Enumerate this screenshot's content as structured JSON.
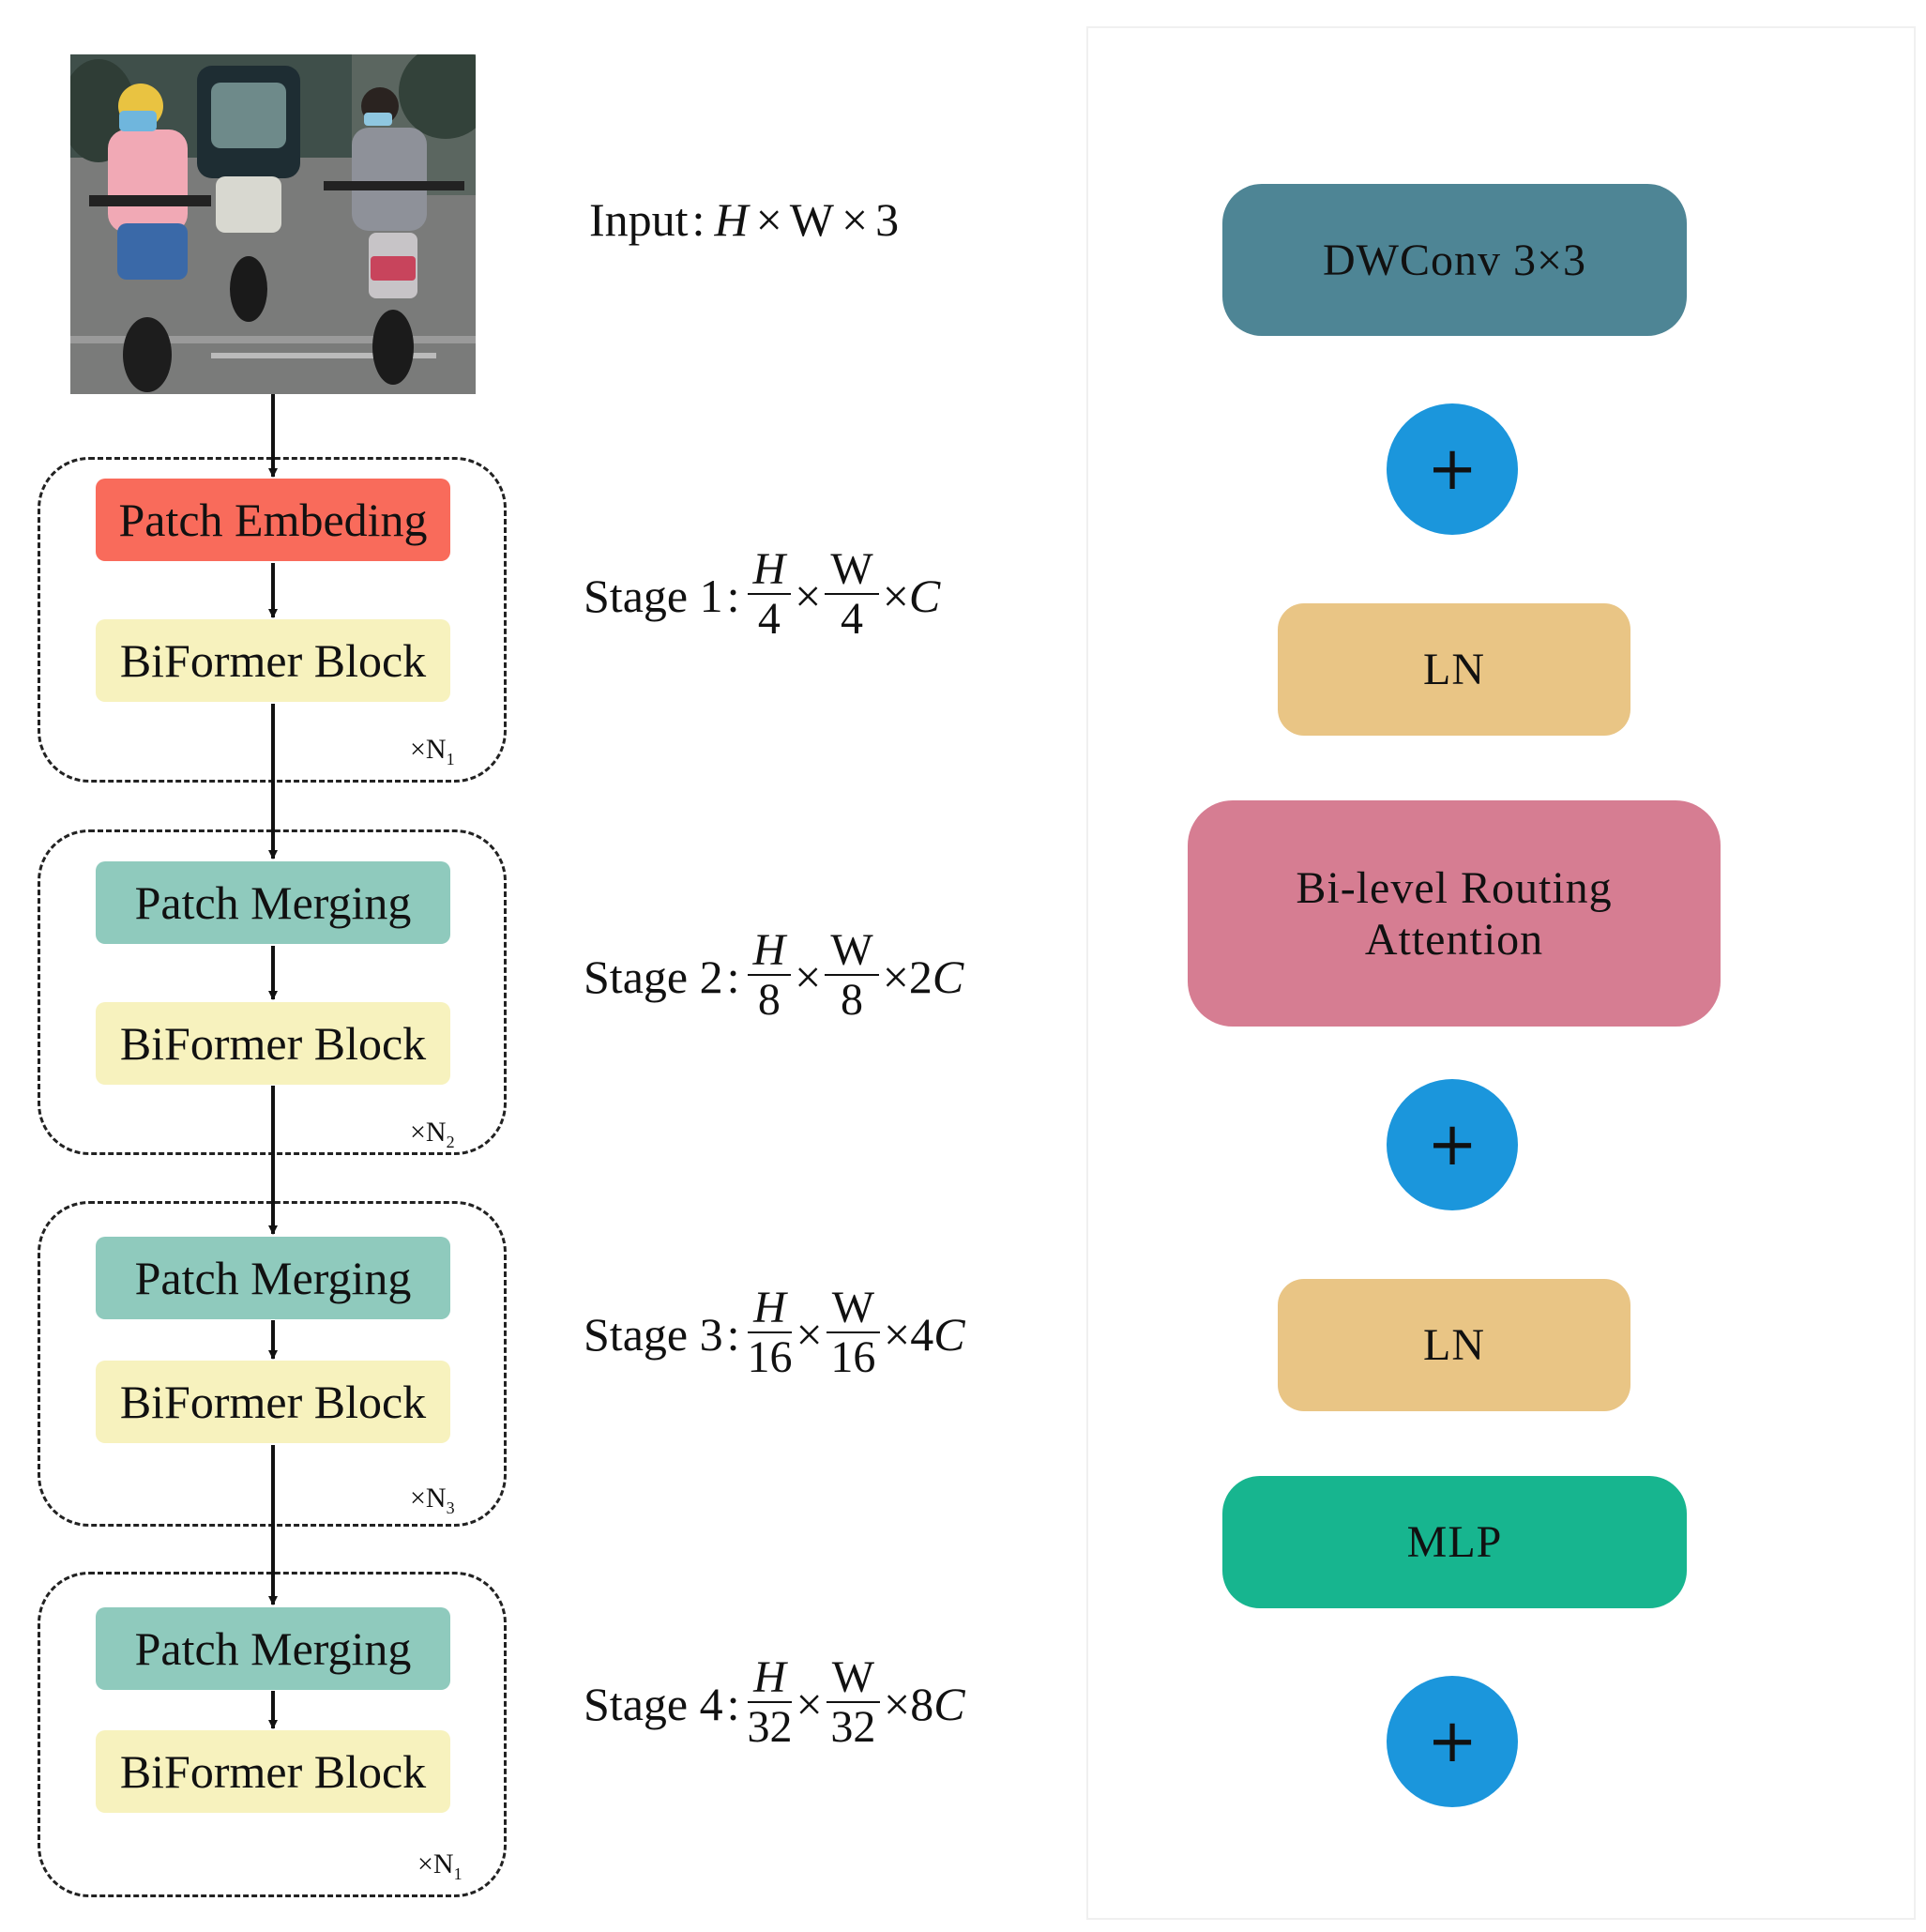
{
  "colors": {
    "patch_embedding": "#f96b5b",
    "patch_merging": "#8fcabd",
    "biformer_block": "#f7f2be",
    "dwconv": "#4e8595",
    "layer_norm": "#e9c585",
    "bra": "#d67d92",
    "mlp": "#17b58f",
    "adder": "#1b96dc"
  },
  "input": {
    "image_icon": "street-scene-photo",
    "label": "Input",
    "sep": ":",
    "h": "H",
    "times": "×",
    "w": "W",
    "channels": "3"
  },
  "stages": [
    {
      "top_label": "Patch Embeding",
      "block_label": "BiFormer Block",
      "repeat_prefix": "×N",
      "repeat_sub": "1",
      "label": "Stage 1",
      "sep": ":",
      "h": "H",
      "w": "W",
      "div": "4",
      "times": "×",
      "ch_mult": "",
      "ch": "C"
    },
    {
      "top_label": "Patch Merging",
      "block_label": "BiFormer Block",
      "repeat_prefix": "×N",
      "repeat_sub": "2",
      "label": "Stage 2",
      "sep": ":",
      "h": "H",
      "w": "W",
      "div": "8",
      "times": "×",
      "ch_mult": "2",
      "ch": "C"
    },
    {
      "top_label": "Patch Merging",
      "block_label": "BiFormer Block",
      "repeat_prefix": "×N",
      "repeat_sub": "3",
      "label": "Stage 3",
      "sep": ":",
      "h": "H",
      "w": "W",
      "div": "16",
      "times": "×",
      "ch_mult": "4",
      "ch": "C"
    },
    {
      "top_label": "Patch Merging",
      "block_label": "BiFormer Block",
      "repeat_prefix": "×N",
      "repeat_sub": "1",
      "label": "Stage 4",
      "sep": ":",
      "h": "H",
      "w": "W",
      "div": "32",
      "times": "×",
      "ch_mult": "8",
      "ch": "C"
    }
  ],
  "block": {
    "dwconv": "DWConv 3×3",
    "ln1": "LN",
    "bra_line1": "Bi-level Routing",
    "bra_line2": "Attention",
    "ln2": "LN",
    "mlp": "MLP",
    "plus": "+"
  }
}
